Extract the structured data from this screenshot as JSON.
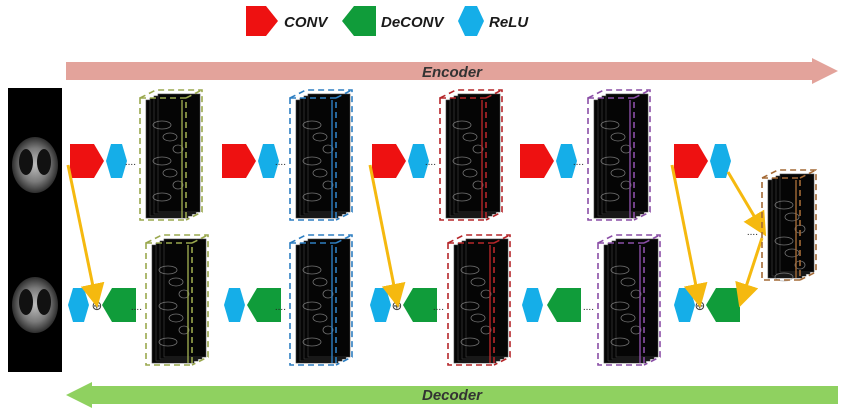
{
  "legend": {
    "conv": {
      "label": "CONV",
      "color": "#ee1111"
    },
    "deconv": {
      "label": "DeCONV",
      "color": "#109c3a"
    },
    "relu": {
      "label": "ReLU",
      "color": "#15aee8"
    }
  },
  "bands": {
    "encoder": {
      "label": "Encoder",
      "color": "#e3a39b"
    },
    "decoder": {
      "label": "Decoder",
      "color": "#8fd160"
    }
  },
  "colors": {
    "skip_arrow": "#f5b90f",
    "stage_frames": [
      "#9aa84e",
      "#2e7fc2",
      "#b5262a",
      "#8a4ea6",
      "#a46a36"
    ],
    "sum_symbol": "#333333",
    "dots": "#222222"
  },
  "encoder": {
    "input_image": "ct-scan-input",
    "stages": 5,
    "bottleneck_stage": 5
  },
  "decoder": {
    "output_image": "ct-scan-output",
    "stages": 4
  },
  "symbols": {
    "sum": "⊕",
    "ellipsis": "...."
  }
}
